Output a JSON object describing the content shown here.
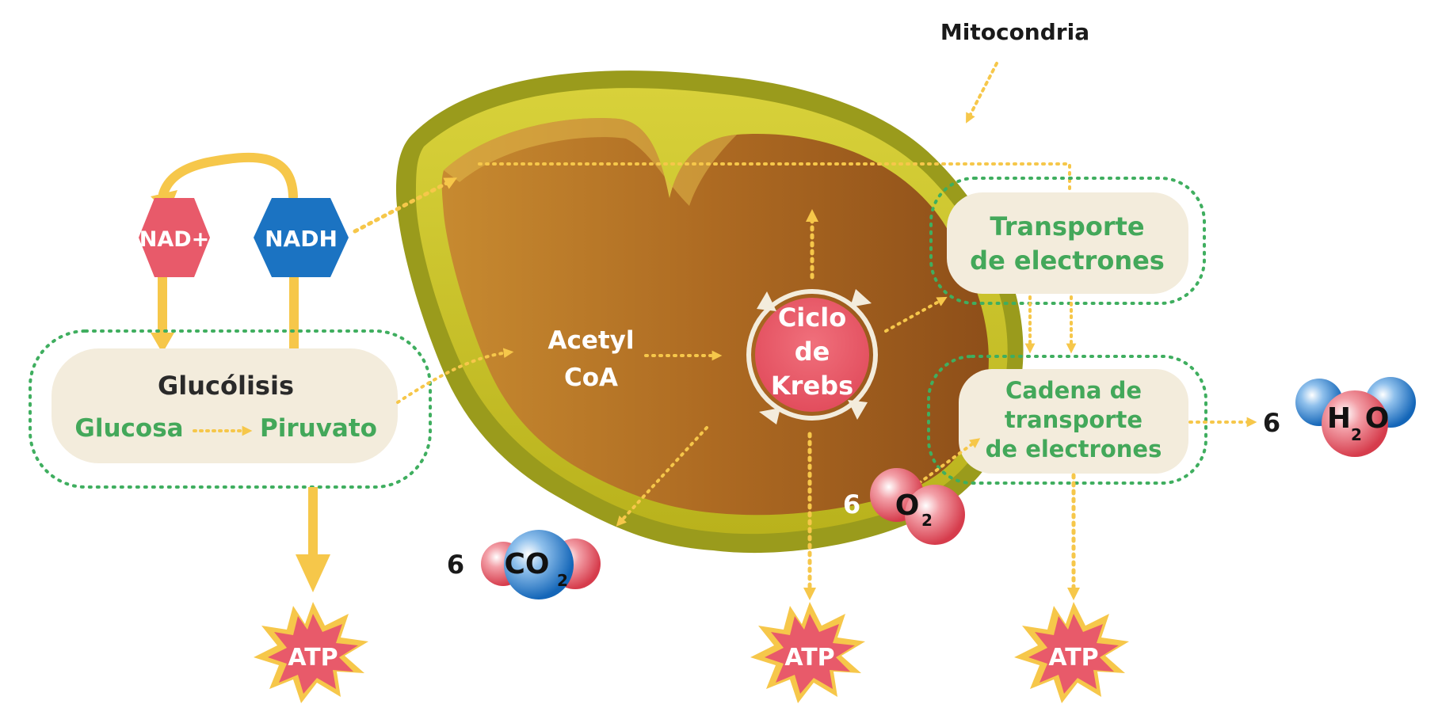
{
  "labels": {
    "mitocondria": "Mitocondria",
    "nad_plus": "NAD+",
    "nadh": "NADH",
    "glucolisis": "Glucólisis",
    "glucosa": "Glucosa",
    "piruvato": "Piruvato",
    "acetyl": "Acetyl",
    "coa": "CoA",
    "ciclo": "Ciclo",
    "de": "de",
    "krebs": "Krebs",
    "transporte_1": "Transporte",
    "transporte_2": "de electrones",
    "cadena_1": "Cadena de",
    "cadena_2": "transporte",
    "cadena_3": "de electrones",
    "atp": "ATP",
    "coef": "6",
    "co2_main": "CO",
    "o2_main": "O",
    "h2o_h": "H",
    "h2o_o": "O",
    "sub_2": "2"
  },
  "colors": {
    "arrow": "#f6c74a",
    "dots_green": "#3fae5f",
    "text_green": "#43a85a",
    "red": "#e85a6a",
    "blue": "#1b73c2",
    "box_fill": "#f3ecdc",
    "mito_outer": "#9a9b1c",
    "mito_rim": "#c9c42a",
    "mito_inner": "#b06a1e"
  }
}
